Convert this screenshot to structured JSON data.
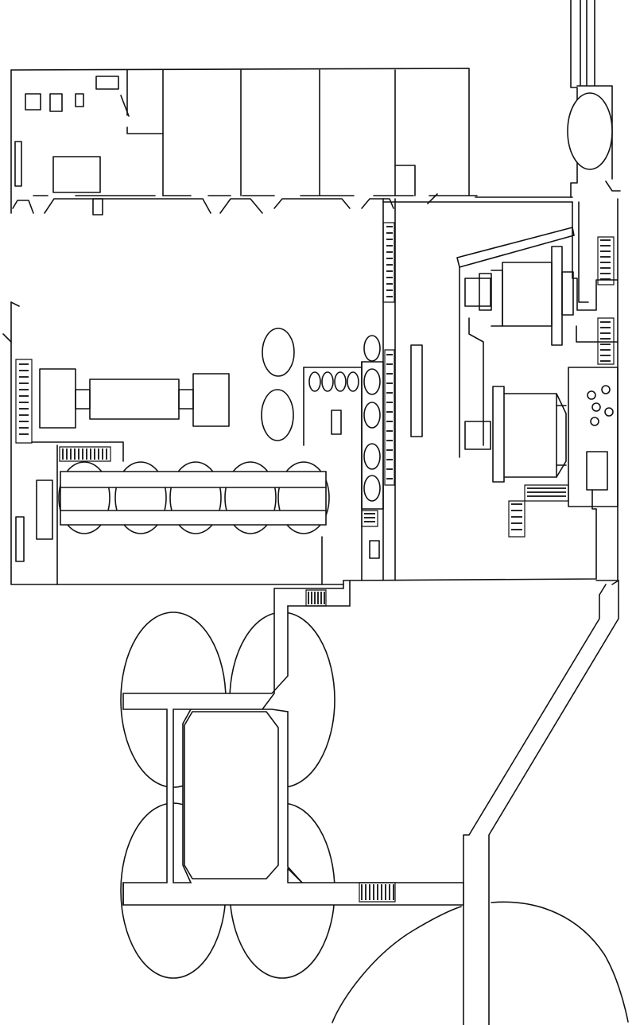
{
  "diagram": {
    "kind": "plant-layout-floor-plan",
    "style": "hand-drawn line sketch, black on white",
    "colors": {
      "line": "#111111",
      "background": "#ffffff"
    },
    "labels": [],
    "components": {
      "office_rooms": 6,
      "loading_doors": 6,
      "crusher_line_motor_units": 1,
      "conveyor_under_bins": 5,
      "feed_tanks_large": 2,
      "feeder_column_tanks": 5,
      "small_tanks_row": 4,
      "grinding_mills": 2,
      "tank_pad_small_circles": 5,
      "thickener_circles": 4,
      "stair_flights": 8
    }
  }
}
